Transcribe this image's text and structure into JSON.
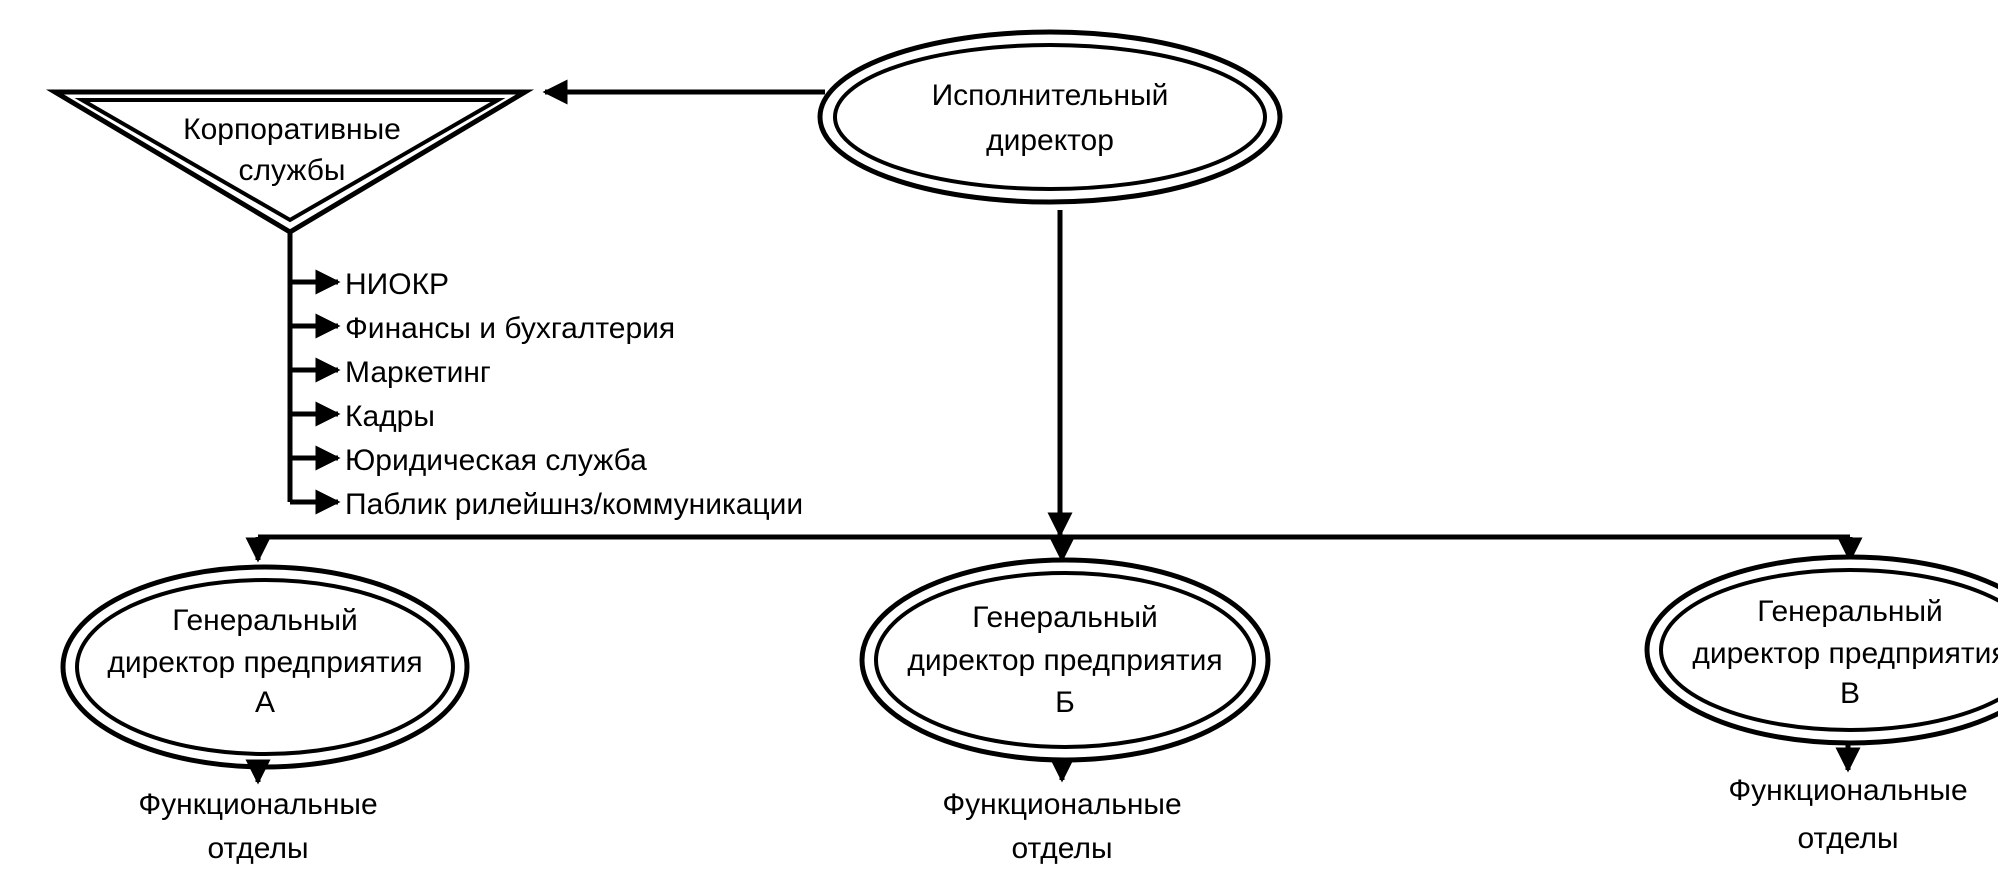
{
  "corporate_services": {
    "label_line1": "Корпоративные",
    "label_line2": "службы"
  },
  "ceo": {
    "label_line1": "Исполнительный",
    "label_line2": "директор"
  },
  "services_list": [
    "НИОКР",
    "Финансы и бухгалтерия",
    "Маркетинг",
    "Кадры",
    "Юридическая служба",
    "Паблик рилейшнз/коммуникации"
  ],
  "general_directors": [
    {
      "line1": "Генеральный",
      "line2": "директор предприятия",
      "line3": "А"
    },
    {
      "line1": "Генеральный",
      "line2": "директор предприятия",
      "line3": "Б"
    },
    {
      "line1": "Генеральный",
      "line2": "директор предприятия",
      "line3": "В"
    }
  ],
  "functional_departments": [
    {
      "line1": "Функциональные",
      "line2": "отделы"
    },
    {
      "line1": "Функциональные",
      "line2": "отделы"
    },
    {
      "line1": "Функциональные",
      "line2": "отделы"
    }
  ],
  "colors": {
    "stroke": "#000000",
    "background": "#ffffff"
  }
}
